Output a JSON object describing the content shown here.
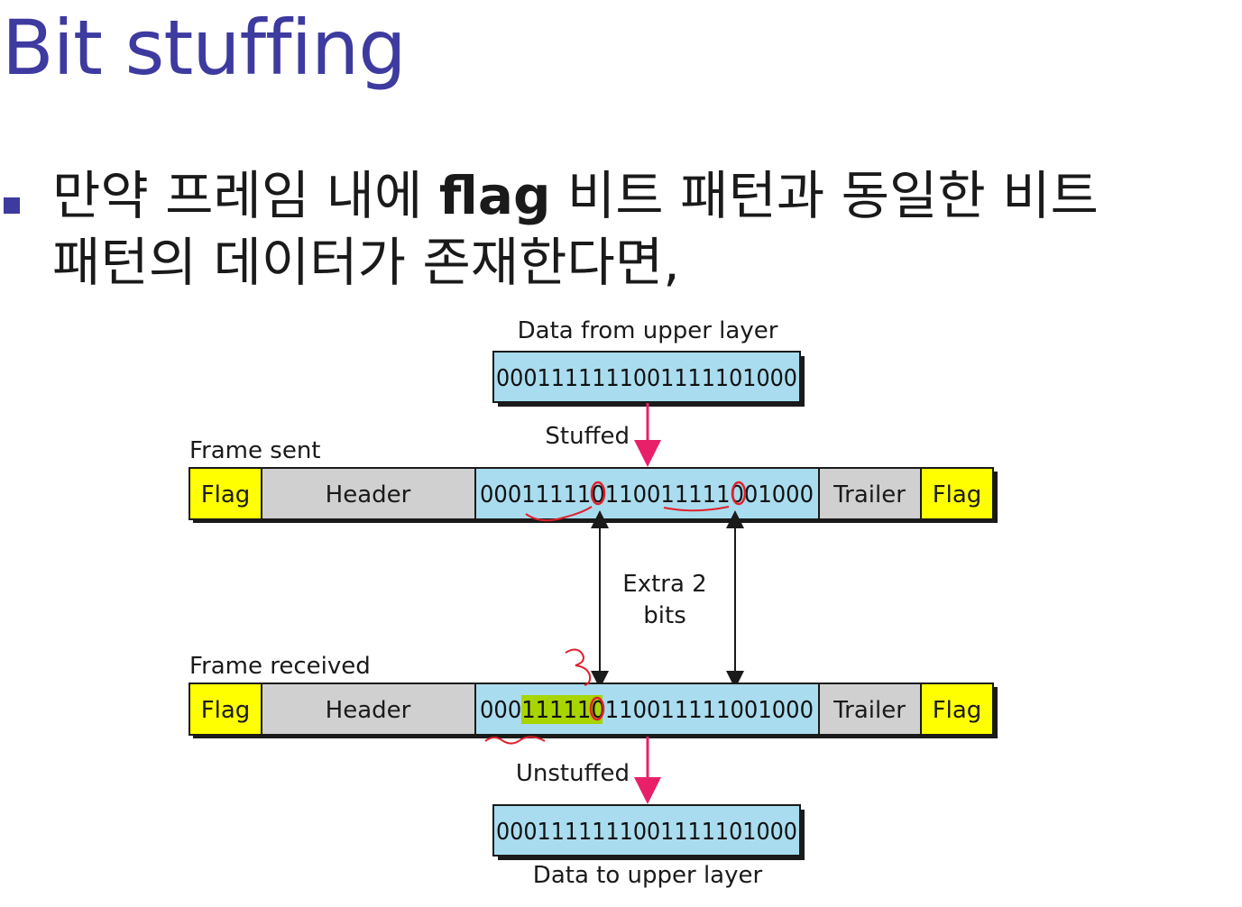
{
  "title": "Bit stuffing",
  "bullet": {
    "part1": "만약 프레임 내에 ",
    "bold": "flag",
    "part2": " 비트 패턴과 동일한 비트",
    "line2": "패턴의 데이터가 존재한다면,"
  },
  "diagram": {
    "top_label": "Data from upper layer",
    "top_data": "0001111111001111101000",
    "stuffed_label": "Stuffed",
    "frame_sent_label": "Frame sent",
    "frame_received_label": "Frame received",
    "flag_label": "Flag",
    "header_label": "Header",
    "trailer_label": "Trailer",
    "sent_data": "000111110110011111001000",
    "received_data": "000111110110011111001000",
    "extra_label_1": "Extra 2",
    "extra_label_2": "bits",
    "unstuffed_label": "Unstuffed",
    "bottom_data": "0001111111001111101000",
    "bottom_label": "Data to upper layer"
  },
  "colors": {
    "title": "#3d3aa0",
    "flag": "#ffff00",
    "header_trailer": "#d0d0d0",
    "data_box": "#a9dcee",
    "arrow_pink": "#e8206a",
    "annotation_red": "#e0202a",
    "highlight_green": "#a8d400",
    "stuffed_bit": "#e01a8a"
  }
}
